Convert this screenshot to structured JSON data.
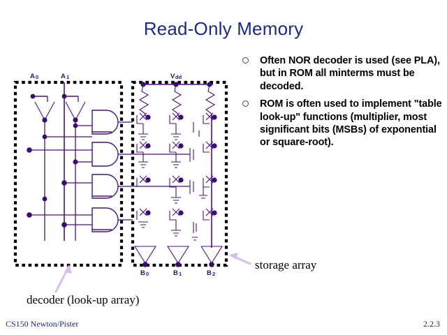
{
  "slide": {
    "title": "Read-Only Memory",
    "footer_left": "CS150 Newton/Pister",
    "footer_right": "2.2.3"
  },
  "bullets": [
    {
      "marker": "circle-bullet-icon",
      "text": "Often NOR decoder is used (see PLA), but in ROM all minterms must be decoded."
    },
    {
      "marker": "circle-bullet-icon",
      "text": "ROM is often used to implement \"table look-up\" functions (multiplier, most significant bits (MSBs) of exponential or square-root)."
    }
  ],
  "figure": {
    "decoder_block": {
      "label_a0": "A0",
      "label_a1": "A1",
      "callout": "decoder (look-up array)",
      "and_gate_count": 4,
      "inverter_count": 2
    },
    "storage_block": {
      "label_vdd": "Vdd",
      "callout": "storage array",
      "bit_lines": [
        "B0",
        "B1",
        "B2"
      ],
      "pullup_resistor_count": 3,
      "output_buffer_count": 3,
      "word_line_count": 4
    }
  },
  "colors": {
    "title_blue": "#1a2a8c",
    "circuit_purple": "#4b0f8c",
    "arrow_lavender": "#d9bdf0",
    "bullet_marker": "#5a2d8c",
    "text_black": "#000000",
    "background": "#ffffff"
  }
}
